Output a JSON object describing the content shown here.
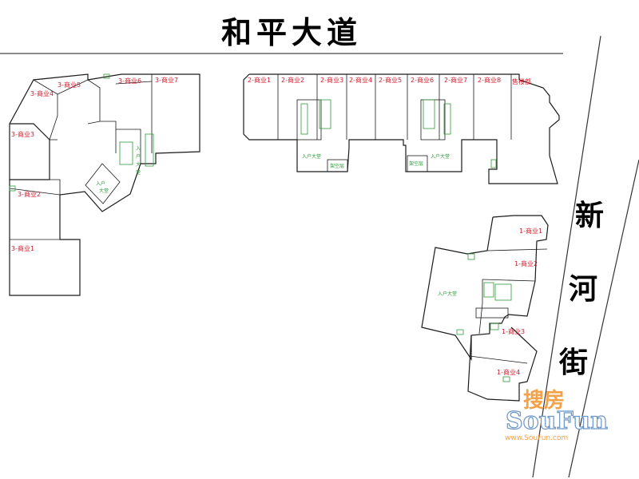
{
  "road_top": "和平大道",
  "road_right": [
    "新",
    "河",
    "街"
  ],
  "watermark": {
    "brand_cn": "搜房",
    "brand_en": "SouFun",
    "url": "www.SouFun.com"
  },
  "west_block": {
    "units": [
      "3-商业1",
      "3-商业2",
      "3-商业3",
      "3-商业4",
      "3-商业5",
      "3-商业6",
      "3-商业7"
    ],
    "core": [
      "入",
      "户",
      "大",
      "堂"
    ],
    "hall": [
      "入户",
      "大堂"
    ]
  },
  "north_block": {
    "units": [
      "2-商业1",
      "2-商业2",
      "2-商业3",
      "2-商业4",
      "2-商业5",
      "2-商业6",
      "2-商业7",
      "2-商业8"
    ],
    "sales": "售楼部",
    "lobbies": [
      "入户大堂",
      "入户大堂"
    ],
    "rooms": [
      "架空层",
      "架空层"
    ]
  },
  "east_block": {
    "units": [
      "1-商业1",
      "1-商业2",
      "1-商业3",
      "1-商业4"
    ],
    "lobby": "入户大堂"
  },
  "colors": {
    "unit_label": "#d0192b",
    "fixture": "#2e9a3a",
    "watermark_orange": "#f2a24a",
    "watermark_blue": "#6a95c9"
  }
}
